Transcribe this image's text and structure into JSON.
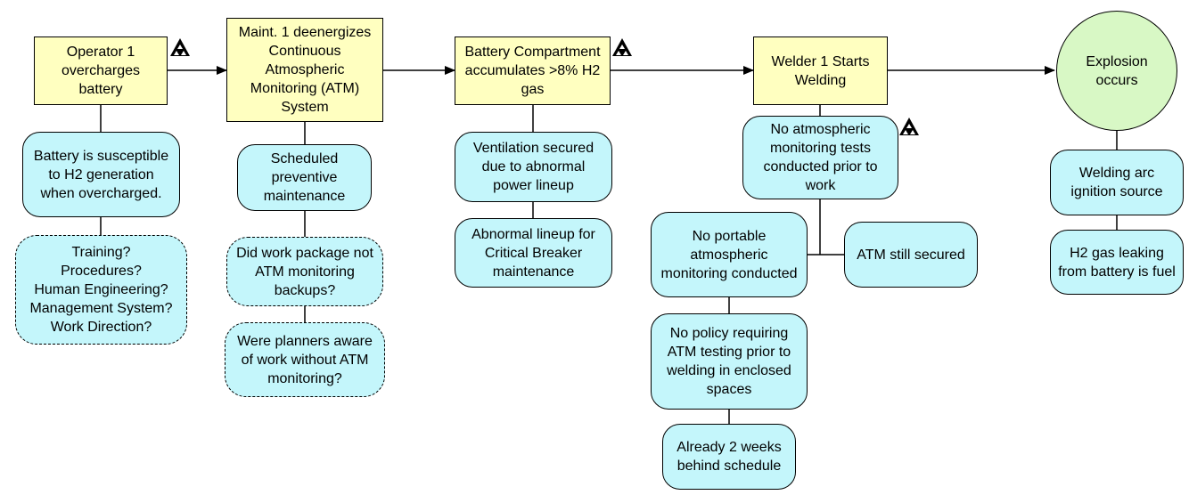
{
  "events": {
    "operator": "Operator 1\novercharges\nbattery",
    "maint": "Maint. 1 deenergizes\nContinuous\nAtmospheric\nMonitoring (ATM)\nSystem",
    "battery": "Battery Compartment\naccumulates >8% H2\ngas",
    "welder": "Welder 1 Starts\nWelding",
    "explosion": "Explosion\noccurs"
  },
  "conditions": {
    "susceptible": "Battery is susceptible\nto H2 generation\nwhen overcharged.",
    "scheduled": "Scheduled\npreventive\nmaintenance",
    "ventilation": "Ventilation secured\ndue to abnormal\npower lineup",
    "abnormal": "Abnormal lineup for\nCritical Breaker\nmaintenance",
    "no_tests": "No atmospheric\nmonitoring tests\nconducted prior to\nwork",
    "no_portable": "No portable\natmospheric\nmonitoring conducted",
    "atm_secured": "ATM still secured",
    "no_policy": "No policy requiring\nATM testing prior to\nwelding in enclosed\nspaces",
    "behind": "Already 2 weeks\nbehind schedule",
    "arc": "Welding arc\nignition source",
    "h2_leak": "H2 gas leaking\nfrom battery is fuel"
  },
  "questions": {
    "training": "Training?\nProcedures?\nHuman Engineering?\nManagement System?\nWork Direction?",
    "work_package": "Did work package not\nATM monitoring\nbackups?",
    "planners": "Were planners aware\nof work without ATM\nmonitoring?"
  },
  "icons": {
    "warning": "radiation-warning-icon"
  },
  "colors": {
    "event_fill": "#ffffc0",
    "condition_fill": "#c4f6fb",
    "outcome_fill": "#d8f8c5",
    "line": "#000000"
  }
}
